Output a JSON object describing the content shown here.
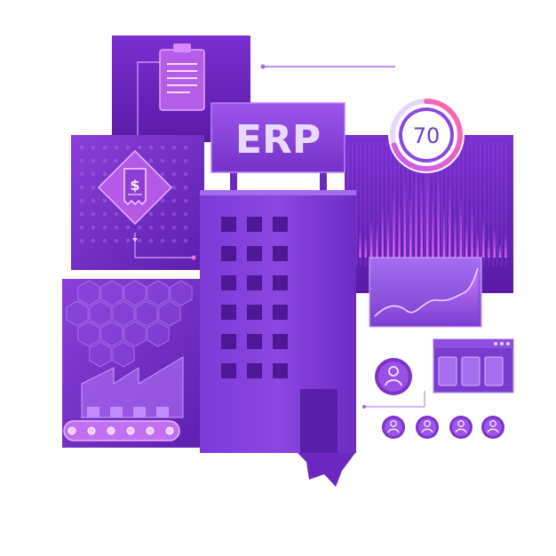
{
  "sign": {
    "label": "ERP"
  },
  "gauge": {
    "value": "70",
    "fraction": 0.7
  },
  "colors": {
    "deep": "#5b1fa8",
    "mid": "#7a34cc",
    "light": "#a24ee6",
    "accent": "#d44fe8",
    "pale": "#e9c7ff"
  },
  "icons": {
    "clipboard": "clipboard-icon",
    "receipt": "receipt-dollar-icon",
    "factory": "factory-icon",
    "users": "user-avatar-icon",
    "window": "app-window-icon",
    "chart": "area-chart-icon"
  }
}
